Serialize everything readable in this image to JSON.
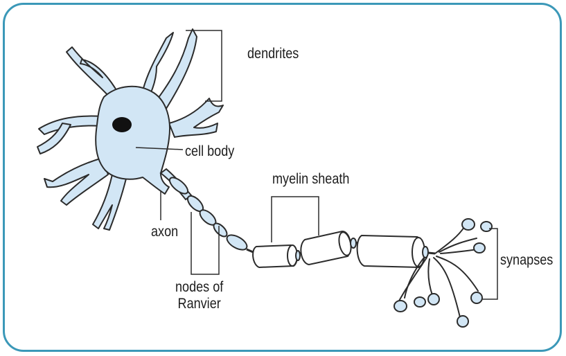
{
  "labels": {
    "dendrites": "dendrites",
    "cell_body": "cell body",
    "myelin_sheath": "myelin sheath",
    "axon": "axon",
    "nodes_of_ranvier_line1": "nodes of",
    "nodes_of_ranvier_line2": "Ranvier",
    "synapses": "synapses"
  },
  "colors": {
    "frame_border": "#3b98b8",
    "cell_fill": "#d2e6f5",
    "outline": "#2b2b2b",
    "nucleus": "#111111"
  }
}
